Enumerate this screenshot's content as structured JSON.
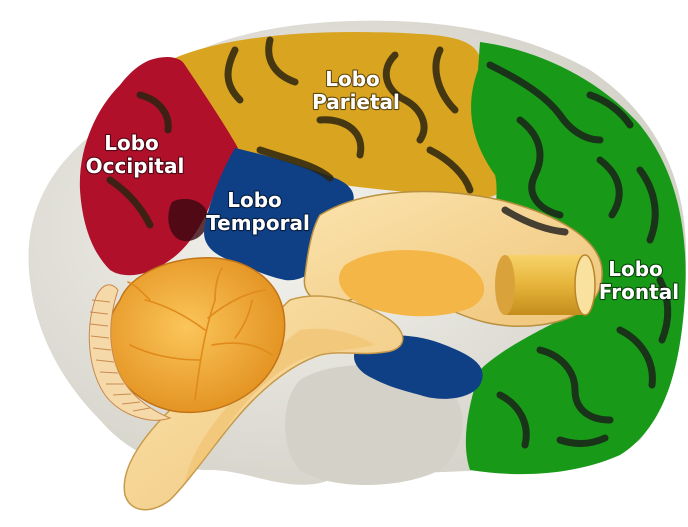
{
  "diagram": {
    "labels": {
      "occipital": [
        "Lobo",
        "Occipital"
      ],
      "parietal": [
        "Lobo",
        "Parietal"
      ],
      "temporal": [
        "Lobo",
        "Temporal"
      ],
      "frontal": [
        "Lobo",
        "Frontal"
      ]
    },
    "colors": {
      "occipital": "#b0102a",
      "parietal": "#d9a420",
      "temporal": "#0f3f85",
      "frontal": "#189a18",
      "white_matter": "#e6e4dc",
      "cerebellum": "#f2a93a",
      "brainstem": "#f6d596"
    }
  }
}
